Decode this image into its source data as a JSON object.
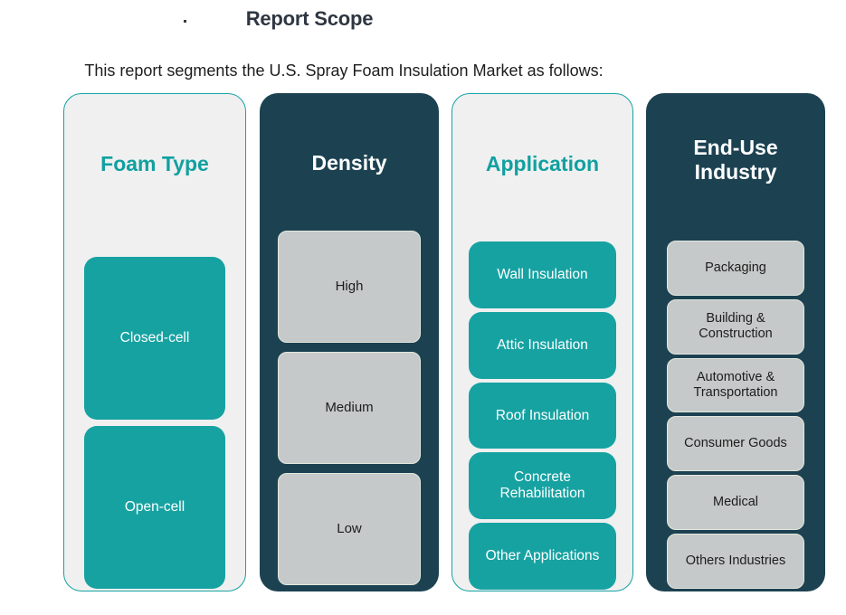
{
  "header": {
    "title": "Report Scope",
    "subtitle": "This report segments the U.S. Spray Foam Insulation Market as follows:",
    "stray_mark": "."
  },
  "colors": {
    "teal": "#17A2A2",
    "teal_text": "#11A0A0",
    "navy": "#1C4252",
    "light_panel": "#F0F0F0",
    "gray_chip": "#C6C9C9",
    "gray_chip_border": "#E3E8DE",
    "title_text": "#2E3642",
    "body_text": "#1D1D1D",
    "white": "#FFFFFF"
  },
  "columns": [
    {
      "id": "foam-type",
      "title": "Foam Type",
      "theme": "light",
      "title_color": "teal",
      "chip_style": "teal",
      "items": [
        {
          "label": "Closed-cell"
        },
        {
          "label": "Open-cell"
        }
      ]
    },
    {
      "id": "density",
      "title": "Density",
      "theme": "dark",
      "title_color": "white",
      "chip_style": "gray",
      "items": [
        {
          "label": "High"
        },
        {
          "label": "Medium"
        },
        {
          "label": "Low"
        }
      ]
    },
    {
      "id": "application",
      "title": "Application",
      "theme": "light",
      "title_color": "teal",
      "chip_style": "teal",
      "items": [
        {
          "label": "Wall Insulation"
        },
        {
          "label": "Attic Insulation"
        },
        {
          "label": "Roof Insulation"
        },
        {
          "label": "Concrete Rehabilitation"
        },
        {
          "label": "Other Applications"
        }
      ]
    },
    {
      "id": "end-use-industry",
      "title": "End-Use Industry",
      "theme": "dark",
      "title_color": "white",
      "chip_style": "gray",
      "items": [
        {
          "label": "Packaging"
        },
        {
          "label": "Building & Construction"
        },
        {
          "label": "Automotive & Transportation"
        },
        {
          "label": "Consumer Goods"
        },
        {
          "label": "Medical"
        },
        {
          "label": "Others Industries"
        }
      ]
    }
  ]
}
